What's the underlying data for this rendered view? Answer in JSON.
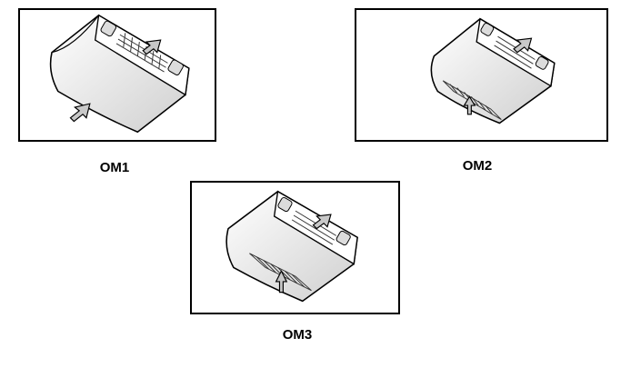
{
  "diagrams": [
    {
      "id": "OM1",
      "caption": "OM1",
      "intake": "rear"
    },
    {
      "id": "OM2",
      "caption": "OM2",
      "intake": "bottom-front"
    },
    {
      "id": "OM3",
      "caption": "OM3",
      "intake": "bottom-center"
    }
  ],
  "colors": {
    "frame": "#000000",
    "unit_body": "#f2f2f2",
    "arrow_fill": "#c8c8c8",
    "grille": "#333333"
  }
}
